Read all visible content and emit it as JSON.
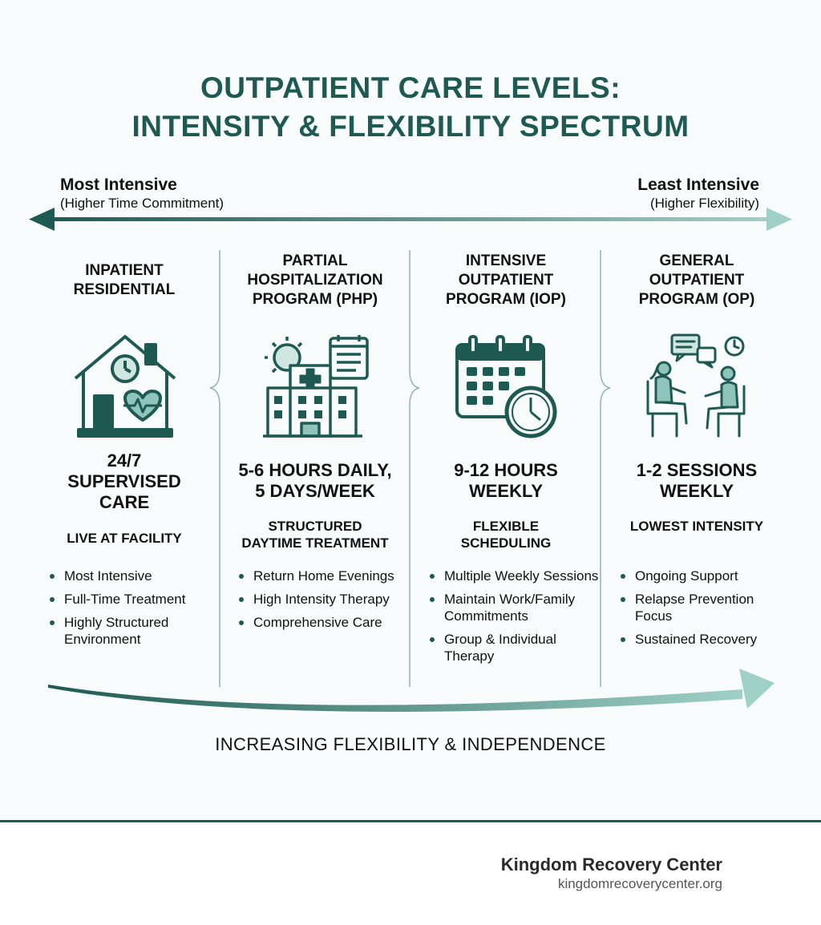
{
  "title": {
    "line1": "OUTPATIENT CARE LEVELS:",
    "line2": "INTENSITY & FLEXIBILITY SPECTRUM"
  },
  "spectrum": {
    "left_main": "Most Intensive",
    "left_sub": "(Higher Time Commitment)",
    "right_main": "Least Intensive",
    "right_sub": "(Higher Flexibility)"
  },
  "columns": [
    {
      "title_lines": [
        "INPATIENT",
        "RESIDENTIAL"
      ],
      "icon": "house-clock-heart-icon",
      "metric_lines": [
        "24/7",
        "SUPERVISED",
        "CARE"
      ],
      "subtitle_lines": [
        "LIVE AT FACILITY"
      ],
      "bullets": [
        "Most Intensive",
        "Full-Time Treatment",
        "Highly Structured Environment"
      ]
    },
    {
      "title_lines": [
        "PARTIAL",
        "HOSPITALIZATION",
        "PROGRAM (PHP)"
      ],
      "icon": "hospital-sun-clipboard-icon",
      "metric_lines": [
        "5-6 HOURS DAILY,",
        "5 DAYS/WEEK"
      ],
      "subtitle_lines": [
        "STRUCTURED",
        "DAYTIME TREATMENT"
      ],
      "bullets": [
        "Return Home Evenings",
        "High Intensity Therapy",
        "Comprehensive Care"
      ]
    },
    {
      "title_lines": [
        "INTENSIVE",
        "OUTPATIENT",
        "PROGRAM (IOP)"
      ],
      "icon": "calendar-clock-icon",
      "metric_lines": [
        "9-12 HOURS",
        "WEEKLY"
      ],
      "subtitle_lines": [
        "FLEXIBLE",
        "SCHEDULING"
      ],
      "bullets": [
        "Multiple Weekly Sessions",
        "Maintain Work/Family Commitments",
        "Group & Individual Therapy"
      ]
    },
    {
      "title_lines": [
        "GENERAL",
        "OUTPATIENT",
        "PROGRAM (OP)"
      ],
      "icon": "counseling-session-icon",
      "metric_lines": [
        "1-2 SESSIONS",
        "WEEKLY"
      ],
      "subtitle_lines": [
        "LOWEST INTENSITY"
      ],
      "bullets": [
        "Ongoing Support",
        "Relapse Prevention Focus",
        "Sustained Recovery"
      ]
    }
  ],
  "bottom_label": "INCREASING FLEXIBILITY & INDEPENDENCE",
  "footer": {
    "brand_name": "Kingdom Recovery Center",
    "brand_url": "kingdomrecoverycenter.org"
  },
  "colors": {
    "primary": "#1f5a52",
    "light": "#8fc4bb",
    "background": "#f8fbfb"
  }
}
